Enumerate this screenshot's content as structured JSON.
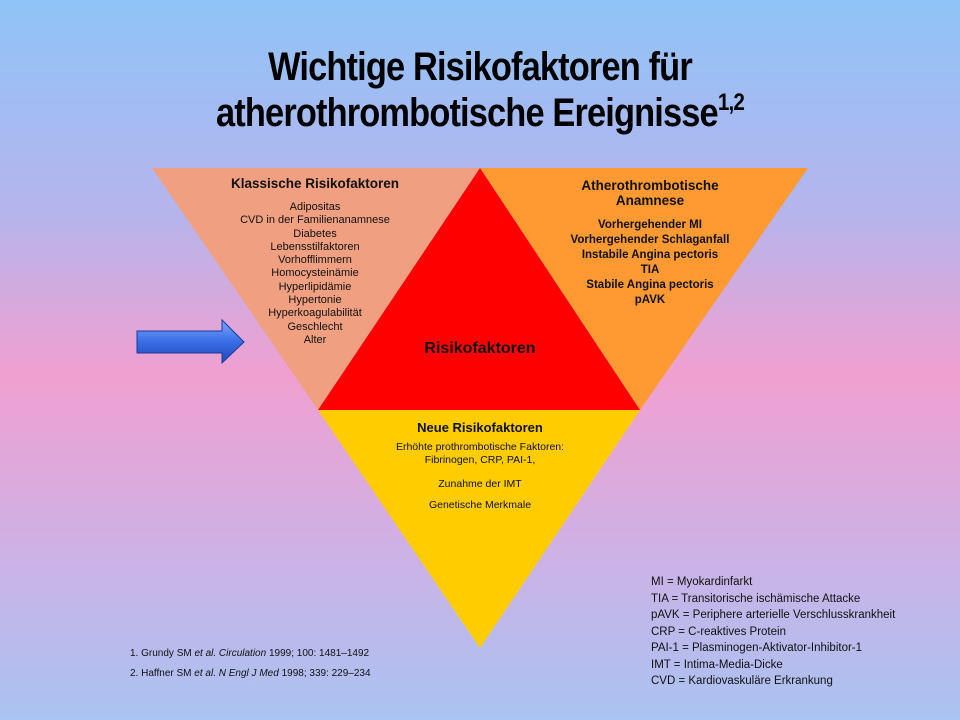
{
  "title": {
    "line1": "Wichtige Risikofaktoren für",
    "line2": "atherothrombotische Ereignisse",
    "superscript": "1,2"
  },
  "left_section": {
    "heading": "Klassische Risikofaktoren",
    "items": [
      "Adipositas",
      "CVD in der Familienanamnese",
      "Diabetes",
      "Lebensstilfaktoren",
      "Vorhofflimmern",
      "Homocysteinämie",
      "Hyperlipidämie",
      "Hypertonie",
      "Hyperkoagulabilität",
      "Geschlecht",
      "Alter"
    ],
    "color": "#f0a080"
  },
  "right_section": {
    "heading_line1": "Atherothrombotische",
    "heading_line2": "Anamnese",
    "items": [
      "Vorhergehender MI",
      "Vorhergehender  Schlaganfall",
      "Instabile Angina pectoris",
      "TIA",
      "Stabile Angina pectoris",
      "pAVK"
    ],
    "color": "#ff9a33"
  },
  "center_section": {
    "label": "Risikofaktoren",
    "color": "#ff0000"
  },
  "bottom_section": {
    "heading": "Neue Risikofaktoren",
    "item1_line1": "Erhöhte prothrombotische Faktoren:",
    "item1_line2": "Fibrinogen, CRP, PAI-1,",
    "item2": "Zunahme der IMT",
    "item3": "Genetische Merkmale",
    "color": "#ffcc00"
  },
  "arrow_color": "#3a6ee6",
  "references": [
    {
      "prefix": "1. Grundy SM ",
      "etal": "et al.",
      "journal": " Circulation",
      "rest": " 1999; 100: 1481–1492"
    },
    {
      "prefix": "2. Haffner SM ",
      "etal": "et al.",
      "journal": " N Engl J Med",
      "rest": " 1998; 339: 229–234"
    }
  ],
  "abbreviations": [
    "MI = Myokardinfarkt",
    "TIA = Transitorische ischämische Attacke",
    "pAVK = Periphere arterielle Verschlusskrankheit",
    "CRP = C-reaktives Protein",
    "PAI-1 = Plasminogen-Aktivator-Inhibitor-1",
    "IMT = Intima-Media-Dicke",
    "CVD = Kardiovaskuläre Erkrankung"
  ]
}
